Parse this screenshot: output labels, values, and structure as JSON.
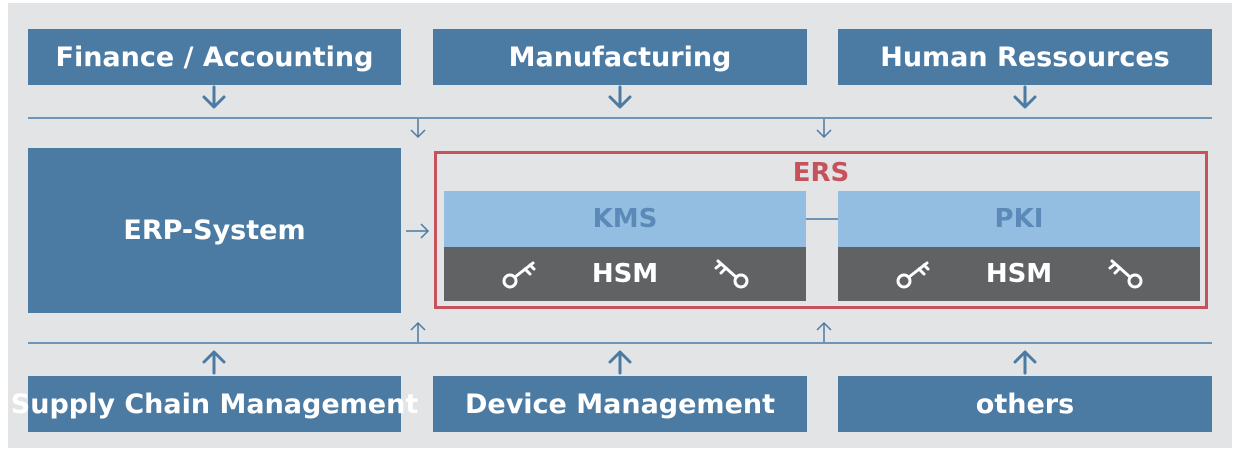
{
  "top_boxes": [
    "Finance / Accounting",
    "Manufacturing",
    "Human Ressources"
  ],
  "bottom_boxes": [
    "Supply Chain Management",
    "Device Management",
    "others"
  ],
  "erp": {
    "label": "ERP-System"
  },
  "ers": {
    "title": "ERS",
    "modules": [
      {
        "name": "KMS",
        "hsm": "HSM"
      },
      {
        "name": "PKI",
        "hsm": "HSM"
      }
    ]
  },
  "colors": {
    "box_blue": "#4b7aa3",
    "module_blue": "#94bde2",
    "hsm_gray": "#616264",
    "ers_red": "#c6535b",
    "background": "#e3e4e6"
  },
  "icons": [
    "arrow-down-icon",
    "arrow-up-icon",
    "arrow-right-icon",
    "double-arrow-icon",
    "key-icon"
  ]
}
